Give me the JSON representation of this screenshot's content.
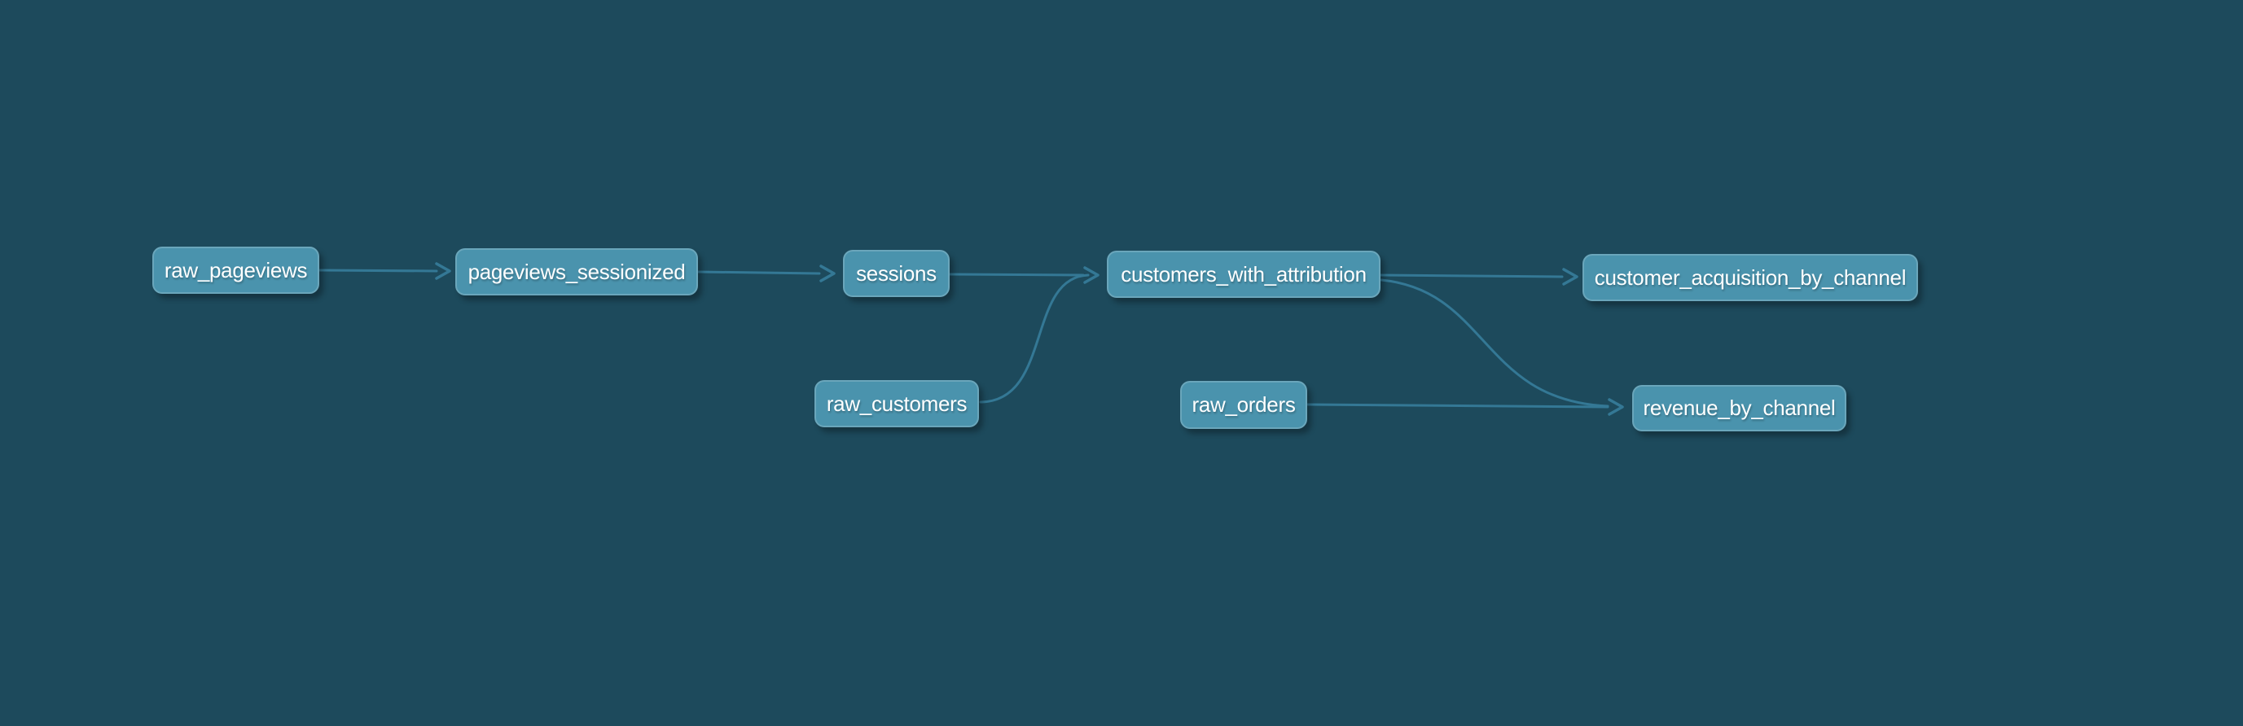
{
  "diagram": {
    "type": "dag-lineage-graph",
    "colors": {
      "background": "#1d4a5c",
      "node_fill": "#4a93ad",
      "node_border": "#6aacbf",
      "edge": "#347895",
      "text": "#ffffff"
    },
    "nodes": [
      {
        "id": "raw_pageviews",
        "label": "raw_pageviews"
      },
      {
        "id": "pageviews_sessionized",
        "label": "pageviews_sessionized"
      },
      {
        "id": "sessions",
        "label": "sessions"
      },
      {
        "id": "customers_with_attribution",
        "label": "customers_with_attribution"
      },
      {
        "id": "customer_acquisition_by_channel",
        "label": "customer_acquisition_by_channel"
      },
      {
        "id": "raw_customers",
        "label": "raw_customers"
      },
      {
        "id": "raw_orders",
        "label": "raw_orders"
      },
      {
        "id": "revenue_by_channel",
        "label": "revenue_by_channel"
      }
    ],
    "edges": [
      {
        "from": "raw_pageviews",
        "to": "pageviews_sessionized"
      },
      {
        "from": "pageviews_sessionized",
        "to": "sessions"
      },
      {
        "from": "sessions",
        "to": "customers_with_attribution"
      },
      {
        "from": "raw_customers",
        "to": "customers_with_attribution"
      },
      {
        "from": "customers_with_attribution",
        "to": "customer_acquisition_by_channel"
      },
      {
        "from": "customers_with_attribution",
        "to": "revenue_by_channel"
      },
      {
        "from": "raw_orders",
        "to": "revenue_by_channel"
      }
    ]
  }
}
